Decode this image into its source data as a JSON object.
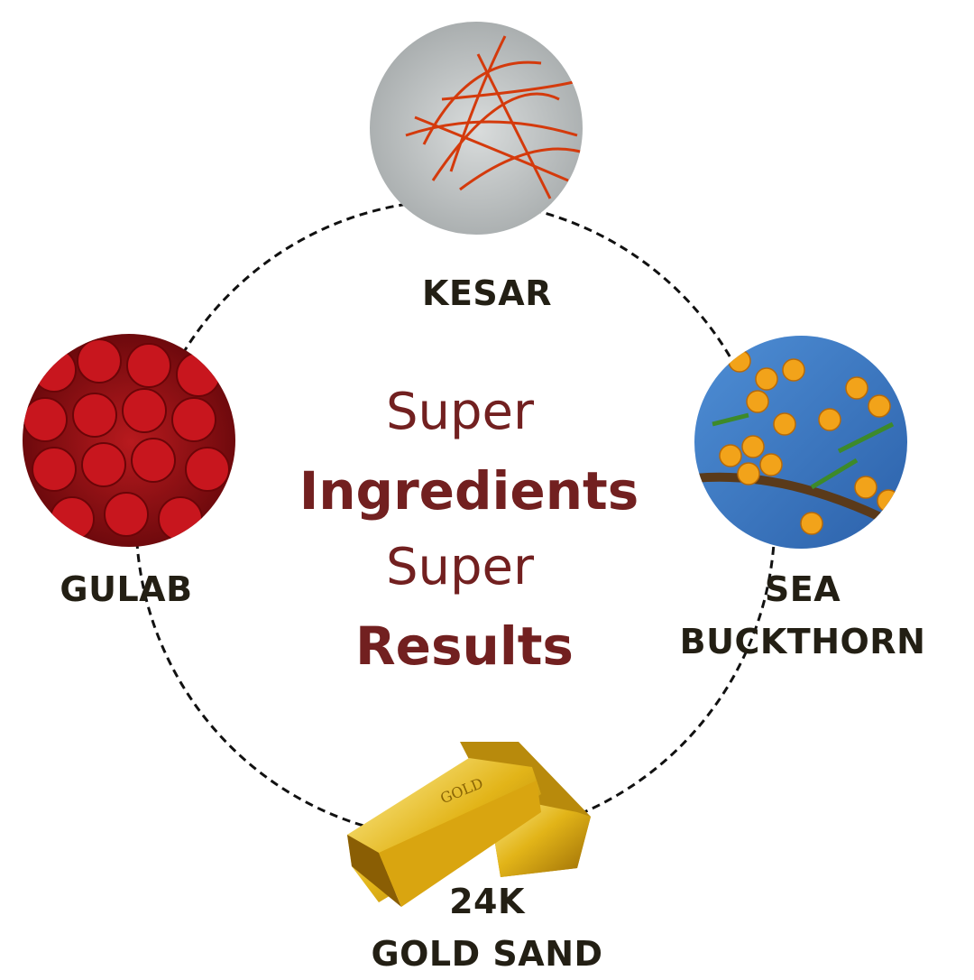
{
  "headline": {
    "line1": "Super",
    "line2": "Ingredients",
    "line3": "Super",
    "line4": "Results"
  },
  "ingredients": [
    {
      "label": "KESAR",
      "image": "saffron-threads"
    },
    {
      "label_line1": "SEA",
      "label_line2": "BUCKTHORN",
      "image": "sea-buckthorn-berries"
    },
    {
      "label_line1": "24K",
      "label_line2": "GOLD SAND",
      "image": "gold-bars"
    },
    {
      "label": "GULAB",
      "image": "red-roses"
    }
  ],
  "gold_bar_engraving": "GOLD",
  "colors": {
    "headline": "#722020",
    "label": "#231f14",
    "ring": "#111111"
  }
}
